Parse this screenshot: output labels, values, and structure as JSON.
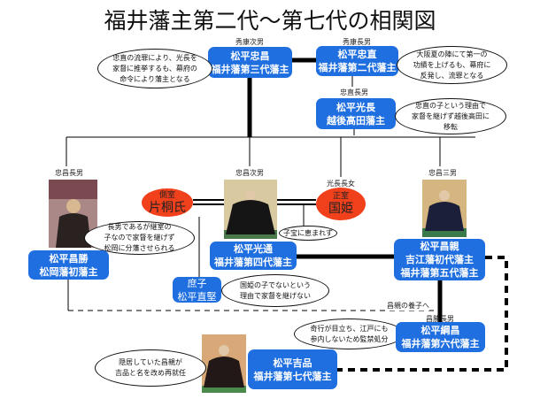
{
  "title": "福井藩主第二代〜第七代の相関図",
  "colors": {
    "box": "#1f6fe0",
    "wife": "#f0401c"
  },
  "persons": {
    "tadamasa": {
      "relation": "秀康次男",
      "name": "松平忠昌",
      "title": "福井藩第三代藩主"
    },
    "tadanao": {
      "relation": "秀康長男",
      "name": "松平忠直",
      "title": "福井藩第二代藩主"
    },
    "mitsunaga": {
      "relation": "忠直長男",
      "name": "松平光長",
      "title": "越後高田藩主"
    },
    "masakatsu": {
      "relation": "忠昌長男",
      "name": "松平昌勝",
      "title": "松岡藩初藩主"
    },
    "mitsumichi": {
      "relation": "忠昌次男",
      "name": "松平光通",
      "title": "福井藩第四代藩主"
    },
    "masachika": {
      "relation": "忠昌三男",
      "name": "松平昌親",
      "title": "吉江藩初代藩主",
      "title2": "福井藩第五代藩主"
    },
    "naokata": {
      "relation": "庶子",
      "name": "松平直堅"
    },
    "tsunamasa": {
      "relation": "昌勝長男",
      "name": "松平綱昌",
      "title": "福井藩第六代藩主"
    },
    "yoshinori": {
      "name": "松平吉品",
      "title": "福井藩第七代藩主"
    }
  },
  "wives": {
    "side": {
      "role": "側室",
      "name": "片桐氏"
    },
    "main": {
      "relation": "光長長女",
      "role": "正室",
      "name": "国姫"
    }
  },
  "notes": {
    "tadamasa": [
      "忠直の流罪により、光長を",
      "家督に推挙するも、幕府の",
      "命令により藩主となる"
    ],
    "tadanao": [
      "大阪夏の陣にて第一の",
      "功績を上げるも、幕府に",
      "反発し、流罪となる"
    ],
    "mitsunaga": [
      "忠直の子という理由で",
      "家督を継げず越後高田に",
      "移転"
    ],
    "masakatsu": [
      "長男であるが継室の",
      "子なので家督を継げず",
      "松岡に分藩させられる"
    ],
    "childless": [
      "子宝に恵まれず"
    ],
    "naokata": [
      "国姫の子でないという",
      "理由で家督を継げない"
    ],
    "tsunamasa": [
      "奇行が目立ち、江戸にも",
      "参内しないため監禁処分"
    ],
    "yoshinori": [
      "隠居していた昌親が",
      "吉品と名を改め再就任"
    ],
    "adoption": "昌親の養子へ"
  }
}
